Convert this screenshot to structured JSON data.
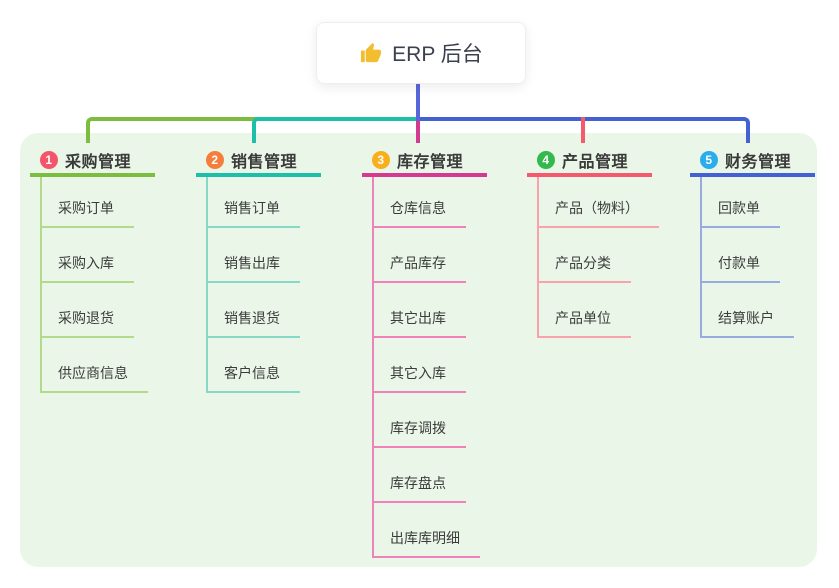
{
  "root": {
    "icon": "thumbs-up",
    "title": "ERP 后台"
  },
  "colors": {
    "canvas_bg": "#ffffff",
    "panel_bg": "#eaf7e8",
    "root_stem": "#5767db",
    "node_text": "#3a3a3a",
    "child_text": "#3c3c3c",
    "thumb_icon": "#f2bd2e"
  },
  "branches": [
    {
      "num": "1",
      "label": "采购管理",
      "badge_color": "#f3556a",
      "line_color": "#7cbd3f",
      "light_color": "#b3da8a",
      "children": [
        "采购订单",
        "采购入库",
        "采购退货",
        "供应商信息"
      ]
    },
    {
      "num": "2",
      "label": "销售管理",
      "badge_color": "#f67d3c",
      "line_color": "#1dbfa9",
      "light_color": "#88d8c8",
      "children": [
        "销售订单",
        "销售出库",
        "销售退货",
        "客户信息"
      ]
    },
    {
      "num": "3",
      "label": "库存管理",
      "badge_color": "#f9af1c",
      "line_color": "#d43a8f",
      "light_color": "#ef82bb",
      "children": [
        "仓库信息",
        "产品库存",
        "其它出库",
        "其它入库",
        "库存调拨",
        "库存盘点",
        "出库库明细"
      ]
    },
    {
      "num": "4",
      "label": "产品管理",
      "badge_color": "#34b94f",
      "line_color": "#f4596d",
      "light_color": "#f9a2ac",
      "children": [
        "产品（物料）",
        "产品分类",
        "产品单位"
      ]
    },
    {
      "num": "5",
      "label": "财务管理",
      "badge_color": "#2bacec",
      "line_color": "#4361d2",
      "light_color": "#98abde",
      "children": [
        "回款单",
        "付款单",
        "结算账户"
      ]
    }
  ]
}
